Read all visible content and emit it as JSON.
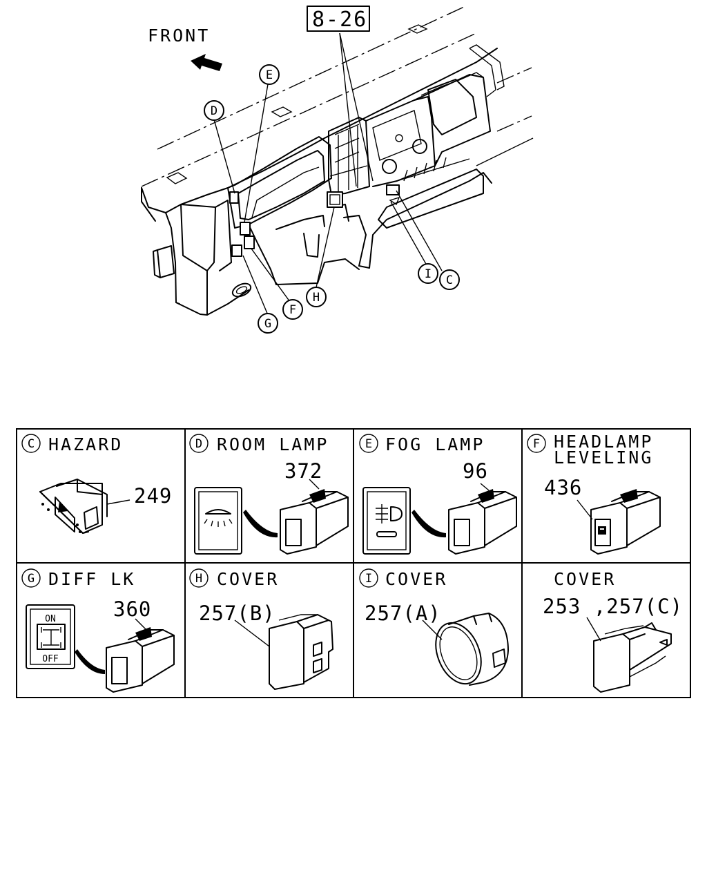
{
  "header": {
    "front_label": "FRONT",
    "ref_box": "8-26"
  },
  "callouts": [
    {
      "letter": "D"
    },
    {
      "letter": "E"
    },
    {
      "letter": "F"
    },
    {
      "letter": "G"
    },
    {
      "letter": "H"
    },
    {
      "letter": "I"
    },
    {
      "letter": "C"
    }
  ],
  "table": {
    "cells": [
      {
        "letter": "C",
        "title": "HAZARD",
        "title2": "",
        "part": "249"
      },
      {
        "letter": "D",
        "title": "ROOM LAMP",
        "title2": "",
        "part": "372"
      },
      {
        "letter": "E",
        "title": "FOG LAMP",
        "title2": "",
        "part": "96"
      },
      {
        "letter": "F",
        "title": "HEADLAMP",
        "title2": "LEVELING",
        "part": "436"
      },
      {
        "letter": "G",
        "title": "DIFF LK",
        "title2": "",
        "part": "360",
        "sym_on": "ON",
        "sym_off": "OFF"
      },
      {
        "letter": "H",
        "title": "COVER",
        "title2": "",
        "part": "257(B)"
      },
      {
        "letter": "I",
        "title": "COVER",
        "title2": "",
        "part": "257(A)"
      },
      {
        "letter": "",
        "title": "COVER",
        "title2": "",
        "part": "253 ,257(C)"
      }
    ]
  }
}
